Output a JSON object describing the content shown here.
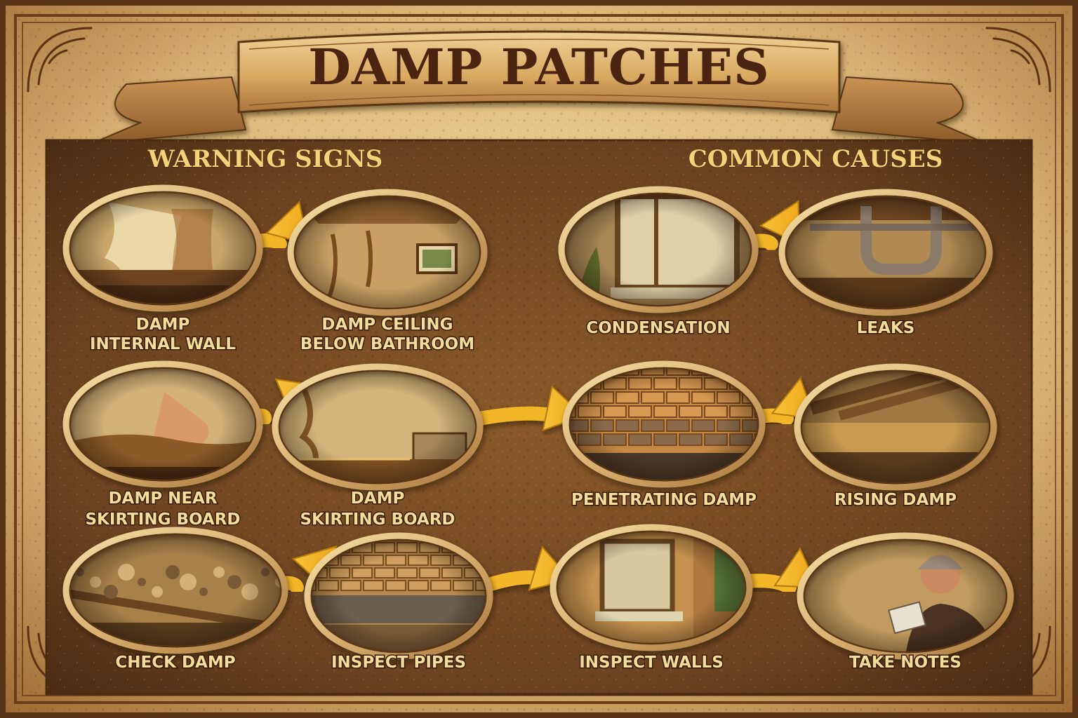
{
  "title": "DAMP PATCHES",
  "sections": {
    "left": "WARNING SIGNS",
    "right": "COMMON CAUSES"
  },
  "nodes": [
    {
      "id": "damp-internal-wall",
      "label": [
        "DAMP",
        "INTERNAL WALL"
      ],
      "scene": "peeling-wall"
    },
    {
      "id": "damp-ceiling",
      "label": [
        "DAMP CEILING",
        "BELOW BATHROOM"
      ],
      "scene": "room-window"
    },
    {
      "id": "condensation",
      "label": [
        "CONDENSATION"
      ],
      "scene": "window"
    },
    {
      "id": "leaks",
      "label": [
        "LEAKS"
      ],
      "scene": "pipes"
    },
    {
      "id": "damp-near-skirting",
      "label": [
        "DAMP NEAR",
        "SKIRTING BOARD"
      ],
      "scene": "hand-wall"
    },
    {
      "id": "damp-skirting",
      "label": [
        "DAMP",
        "SKIRTING BOARD"
      ],
      "scene": "room-corner"
    },
    {
      "id": "penetrating-damp",
      "label": [
        "PENETRATING DAMP"
      ],
      "scene": "bricks"
    },
    {
      "id": "rising-damp",
      "label": [
        "RISING DAMP"
      ],
      "scene": "beams"
    },
    {
      "id": "check-damp",
      "label": [
        "CHECK DAMP"
      ],
      "scene": "debris"
    },
    {
      "id": "inspect-pipes",
      "label": [
        "INSPECT PIPES"
      ],
      "scene": "bricks-low"
    },
    {
      "id": "inspect-walls",
      "label": [
        "INSPECT WALLS"
      ],
      "scene": "brick-window"
    },
    {
      "id": "take-notes",
      "label": [
        "TAKE NOTES"
      ],
      "scene": "inspector"
    }
  ],
  "arrows": [
    {
      "from": "damp-internal-wall",
      "to": "damp-ceiling"
    },
    {
      "from": "condensation",
      "to": "leaks"
    },
    {
      "from": "damp-near-skirting",
      "to": "damp-skirting"
    },
    {
      "from": "damp-skirting",
      "to": "penetrating-damp"
    },
    {
      "from": "penetrating-damp",
      "to": "rising-damp"
    },
    {
      "from": "check-damp",
      "to": "inspect-pipes"
    },
    {
      "from": "inspect-pipes",
      "to": "inspect-walls"
    },
    {
      "from": "inspect-walls",
      "to": "take-notes"
    }
  ],
  "colors": {
    "parchment": "#e8c98c",
    "board": "#6e4420",
    "gold": "#f3b627",
    "labelText": "#f3dd9a",
    "title": "#4a2410"
  }
}
